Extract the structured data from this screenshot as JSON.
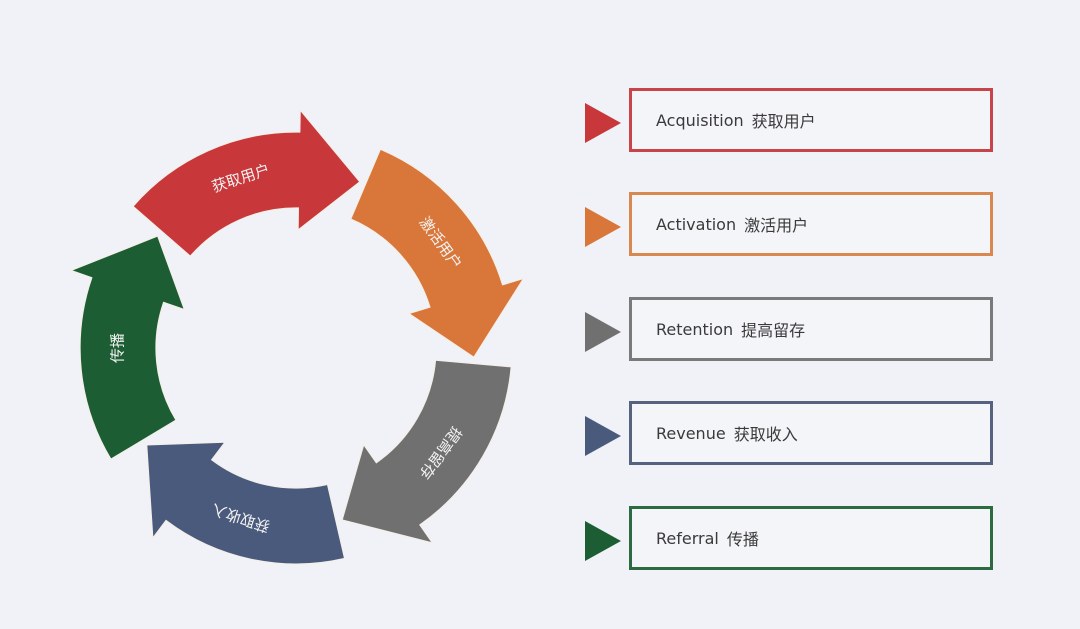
{
  "diagram": {
    "title": "AARRR",
    "steps": [
      {
        "cycle_label": "获取用户",
        "legend_en": "Acquisition",
        "legend_zh": "获取用户",
        "color": "#c8373a",
        "border": "#c8434a"
      },
      {
        "cycle_label": "激活用户",
        "legend_en": "Activation",
        "legend_zh": "激活用户",
        "color": "#d9773a",
        "border": "#d9884f"
      },
      {
        "cycle_label": "提高留存",
        "legend_en": "Retention",
        "legend_zh": "提高留存",
        "color": "#707070",
        "border": "#7a7a7a"
      },
      {
        "cycle_label": "获取收入",
        "legend_en": "Revenue",
        "legend_zh": "获取收入",
        "color": "#4a5a7c",
        "border": "#56627e"
      },
      {
        "cycle_label": "传播",
        "legend_en": "Referral",
        "legend_zh": "传播",
        "color": "#1d5d34",
        "border": "#2d6a42"
      }
    ]
  }
}
